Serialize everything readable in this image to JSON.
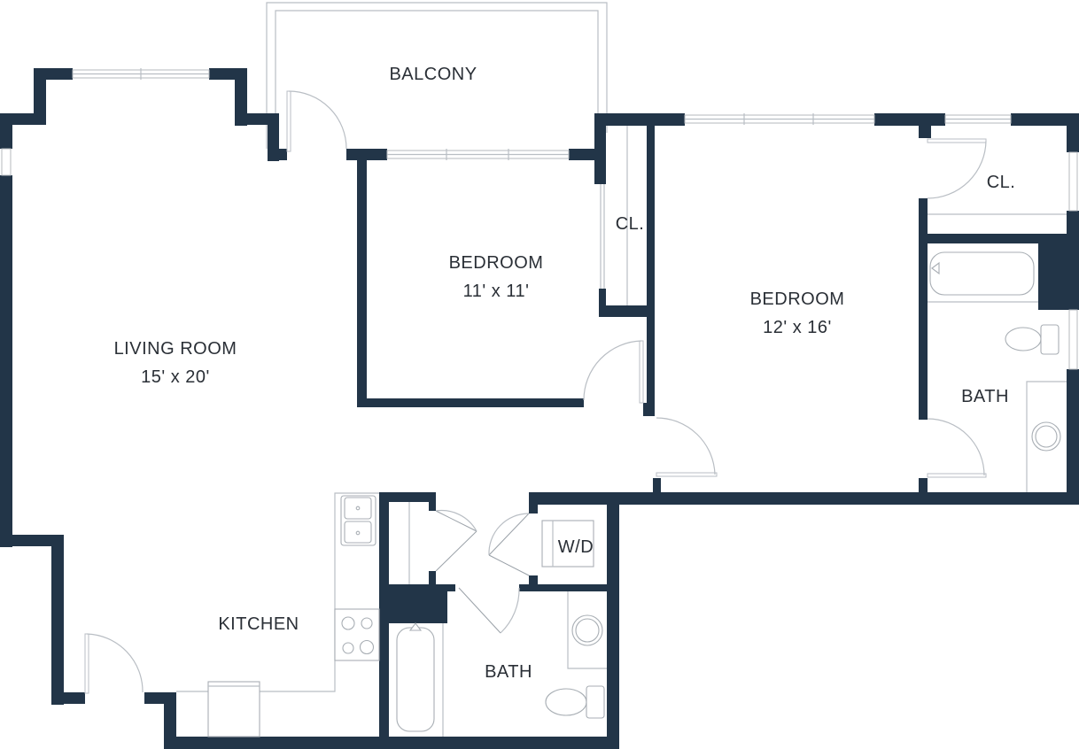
{
  "colors": {
    "wall": "#223548",
    "line": "#b9bec4",
    "background": "#ffffff",
    "text": "#2a2f36"
  },
  "rooms": {
    "balcony": {
      "name": "BALCONY"
    },
    "living_room": {
      "name": "LIVING ROOM",
      "size": "15' x 20'"
    },
    "bedroom_1": {
      "name": "BEDROOM",
      "size": "11' x 11'"
    },
    "bedroom_2": {
      "name": "BEDROOM",
      "size": "12' x 16'"
    },
    "closet_1": {
      "name": "CL."
    },
    "closet_2": {
      "name": "CL."
    },
    "bath_1": {
      "name": "BATH"
    },
    "bath_2": {
      "name": "BATH"
    },
    "kitchen": {
      "name": "KITCHEN"
    },
    "laundry": {
      "name": "W/D"
    }
  }
}
